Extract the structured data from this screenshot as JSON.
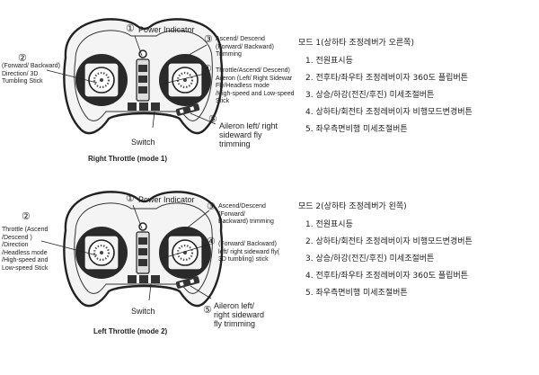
{
  "mode1": {
    "callouts": {
      "n1": "①",
      "power": "Power Indicator",
      "n2": "②",
      "left_stick": "(Forward/ Backward)\nDirection/ 3D\nTumbling Stick",
      "n3": "③",
      "ascend": "Ascend/ Descend\n(Forward/ Backward)\nTrimming",
      "n4": "④",
      "throttle": "Throttle/Ascend/ Descend)\nAileron (Left/ Right Sidewar\nFly/Headless mode\n/High-speed and Low-speed\nStick",
      "n5": "⑤",
      "aileron": "Aileron left/ right\nsideward fly\ntrimming",
      "switch": "Switch"
    },
    "caption": "Right Throttle (mode 1)",
    "kr_title": "모드 1(상하타 조정레버가 오른쪽)",
    "kr_items": [
      "1. 전원표시등",
      "2. 전후타/좌우타 조정레버이자 360도 플립버튼",
      "3. 상승/하강(전진/후진) 미세조절버튼",
      "4. 상하타/회전타 조정레버이자 비행모드변경버튼",
      "5. 좌우측면비행 미세조절버튼"
    ]
  },
  "mode2": {
    "callouts": {
      "n1": "①",
      "power": "Power Indicator",
      "n2": "②",
      "left_stick": "Throttle (Ascend\n/Descend )\n/Direction\n/Headless mode\n/High-speed and\nLow-speed Stick",
      "n3": "③",
      "ascend": "Ascend/Descend\n(Forward/\nBackward) trimming",
      "n4": "④",
      "fb": "(Forward/ Backward)\nleft/ right sideward fly(\n3D tumbling) stick",
      "n5": "⑤",
      "aileron": "Aileron left/\nright sideward\nfly trimming",
      "switch": "Switch"
    },
    "caption": "Left Throttle (mode 2)",
    "kr_title": "모드 2(상하타 조정레버가 왼쪽)",
    "kr_items": [
      "1. 전원표시등",
      "2. 상하타/회전타 조정레버이자 비행모드변경버튼",
      "3. 상승/하강(전진/후진) 미세조절버튼",
      "4. 전후타/좌우타 조정레버이자 360도 플립버튼",
      "5. 좌우측면비행 미세조절버튼"
    ]
  }
}
